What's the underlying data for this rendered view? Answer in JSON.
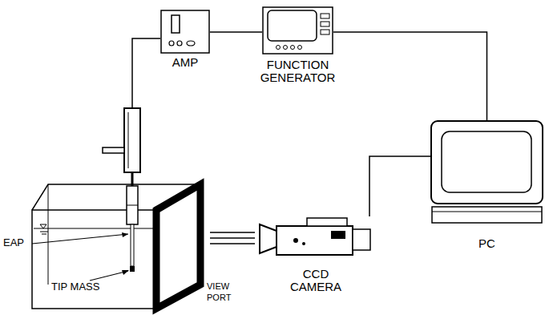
{
  "diagram": {
    "nodes": [
      {
        "text": [
          "AMP"
        ]
      },
      {
        "text": [
          "FUNCTION GENERATOR"
        ]
      },
      {
        "text": [
          "PC"
        ]
      },
      {
        "text": [
          "CCD CAMERA"
        ]
      }
    ],
    "edges": [
      {
        "from": 0,
        "to": 1,
        "arrow": "none"
      },
      {
        "from": 1,
        "to": 2,
        "arrow": "none"
      },
      {
        "from": 3,
        "to": 2,
        "arrow": "none"
      }
    ],
    "labels": [
      "EAP",
      "TIP MASS",
      "VIEW PORT"
    ]
  }
}
